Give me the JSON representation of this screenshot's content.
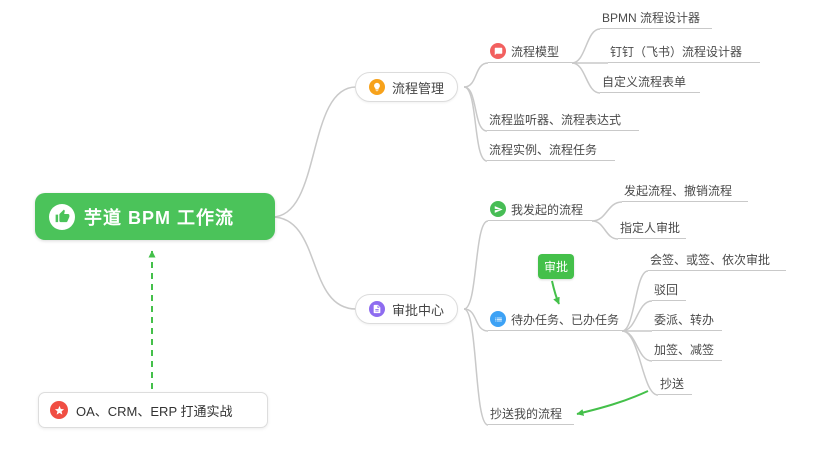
{
  "root": {
    "label": "芋道 BPM 工作流",
    "icon": "thumbs-up-icon"
  },
  "branches": {
    "process_management": {
      "label": "流程管理",
      "icon": "lightbulb-icon",
      "icon_color": "#f7a21b"
    },
    "approval_center": {
      "label": "审批中心",
      "icon": "document-icon",
      "icon_color": "#8e6cf0"
    }
  },
  "leaves": {
    "process_model": {
      "label": "流程模型",
      "icon": "chat-bubble-icon",
      "icon_color": "#f2605f"
    },
    "bpmn_designer": {
      "label": "BPMN 流程设计器"
    },
    "dingtalk_designer": {
      "label": "钉钉（飞书）流程设计器"
    },
    "custom_form": {
      "label": "自定义流程表单"
    },
    "listener_expression": {
      "label": "流程监听器、流程表达式"
    },
    "instance_task": {
      "label": "流程实例、流程任务"
    },
    "my_initiated": {
      "label": "我发起的流程",
      "icon": "send-icon",
      "icon_color": "#47bd55"
    },
    "initiate_cancel": {
      "label": "发起流程、撤销流程"
    },
    "assignee_approval": {
      "label": "指定人审批"
    },
    "todo_done": {
      "label": "待办任务、已办任务",
      "icon": "task-list-icon",
      "icon_color": "#3da2f5"
    },
    "countersign": {
      "label": "会签、或签、依次审批"
    },
    "reject": {
      "label": "驳回"
    },
    "delegate_transfer": {
      "label": "委派、转办"
    },
    "add_reduce_sign": {
      "label": "加签、减签"
    },
    "cc": {
      "label": "抄送"
    },
    "cc_my_process": {
      "label": "抄送我的流程"
    }
  },
  "badge": {
    "label": "审批"
  },
  "note": {
    "label": "OA、CRM、ERP 打通实战",
    "icon": "star-icon",
    "icon_color": "#f04e43"
  },
  "colors": {
    "root_green": "#4bc35a",
    "arrow_green": "#44c04a",
    "connector_gray": "#c9c9c9",
    "orange_icon": "#f7a21b",
    "red_icon": "#f2605f",
    "purple_icon": "#8e6cf0",
    "green_icon": "#47bd55",
    "blue_icon": "#3da2f5",
    "star_red": "#f04e43"
  }
}
